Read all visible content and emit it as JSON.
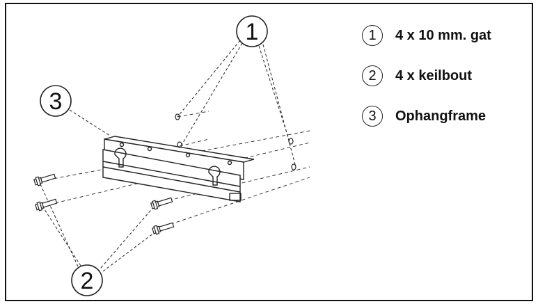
{
  "callouts": {
    "c1": "1",
    "c2": "2",
    "c3": "3"
  },
  "legend": [
    {
      "number": "1",
      "text": "4 x 10 mm. gat"
    },
    {
      "number": "2",
      "text": "4 x keilbout"
    },
    {
      "number": "3",
      "text": "Ophangframe"
    }
  ]
}
